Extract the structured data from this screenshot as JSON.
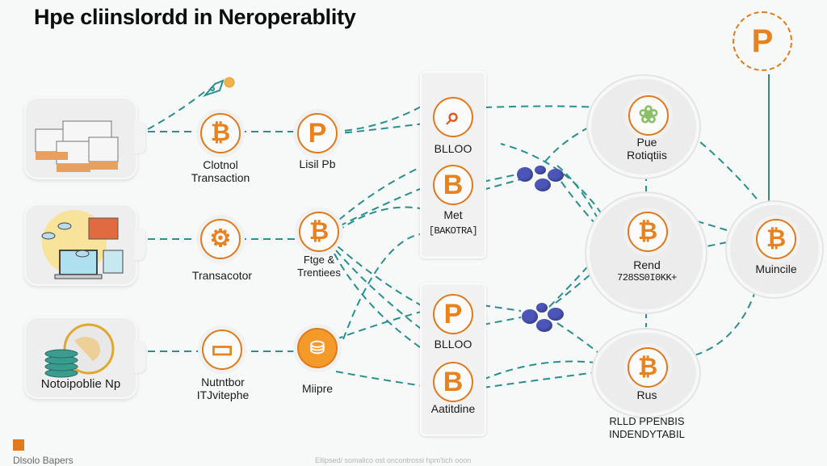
{
  "title": "Hpe cliinslordd in Neroperablity",
  "colors": {
    "accent_orange": "#e07a1c",
    "link_teal": "#2a8f8f",
    "hub_blue": "#4c56b8",
    "background": "#f7f8f8"
  },
  "source_cards": [
    {
      "label": "",
      "icon": "server-blocks-icon"
    },
    {
      "label": "",
      "icon": "devices-network-icon"
    },
    {
      "label": "Notoipoblie Np",
      "icon": "globe-database-icon"
    }
  ],
  "column1_nodes": [
    {
      "label_line1": "Clotnol",
      "label_line2": "Transaction",
      "icon": "bitcoin-icon",
      "glyph": "₿"
    },
    {
      "label_line1": "Transacotor",
      "label_line2": "",
      "icon": "gear-icon",
      "glyph": "⚙"
    },
    {
      "label_line1": "Nutntbor",
      "label_line2": "ITJvitephe",
      "icon": "monitor-icon",
      "glyph": "▭"
    }
  ],
  "column2_nodes": [
    {
      "label_line1": "Lisil Pb",
      "label_line2": "",
      "icon": "p-coin-icon",
      "glyph": "P"
    },
    {
      "label_line1": "Ftge &",
      "label_line2": "Trentiees",
      "icon": "bitcoin-icon",
      "glyph": "₿"
    },
    {
      "label_line1": "Miipre",
      "label_line2": "",
      "icon": "wallet-icon",
      "glyph": "⛁"
    }
  ],
  "top_icon": {
    "icon": "pen-coin-icon"
  },
  "panels": [
    {
      "items": [
        {
          "label": "BLLOO",
          "icon": "search-coin-icon",
          "glyph": "⌕"
        },
        {
          "label": "Met",
          "sublabel": "[BAKOTRA]",
          "icon": "b-coin-icon",
          "glyph": "B"
        }
      ]
    },
    {
      "items": [
        {
          "label": "BLLOO",
          "icon": "p-coin-icon",
          "glyph": "P"
        },
        {
          "label": "Aatitdine",
          "icon": "b-coin-icon",
          "glyph": "B"
        }
      ]
    }
  ],
  "right_nodes": [
    {
      "label_line1": "Pue",
      "label_line2": "Rotiqtiis",
      "icon": "frog-icon",
      "glyph": "❀"
    },
    {
      "label_line1": "Rend",
      "label_line2": "728SS0I0KK+",
      "icon": "bitcoin-icon",
      "glyph": "₿"
    },
    {
      "label_line1": "Rus",
      "label_line2": "",
      "icon": "bitcoin-icon",
      "glyph": "₿"
    },
    {
      "label_line1": "Muincile",
      "label_line2": "",
      "icon": "bitcoin-icon",
      "glyph": "₿"
    }
  ],
  "top_right_badge": {
    "icon": "p-coin-icon",
    "glyph": "P"
  },
  "bottom_right_caption": {
    "line1": "RLLD PPENBIS",
    "line2": "INDENDYTABIL"
  },
  "footer": {
    "brand": "Dlsolo Bapers",
    "caption": "Ellipsed/ somalico ost oncontrossi hpm'tich ooon"
  }
}
